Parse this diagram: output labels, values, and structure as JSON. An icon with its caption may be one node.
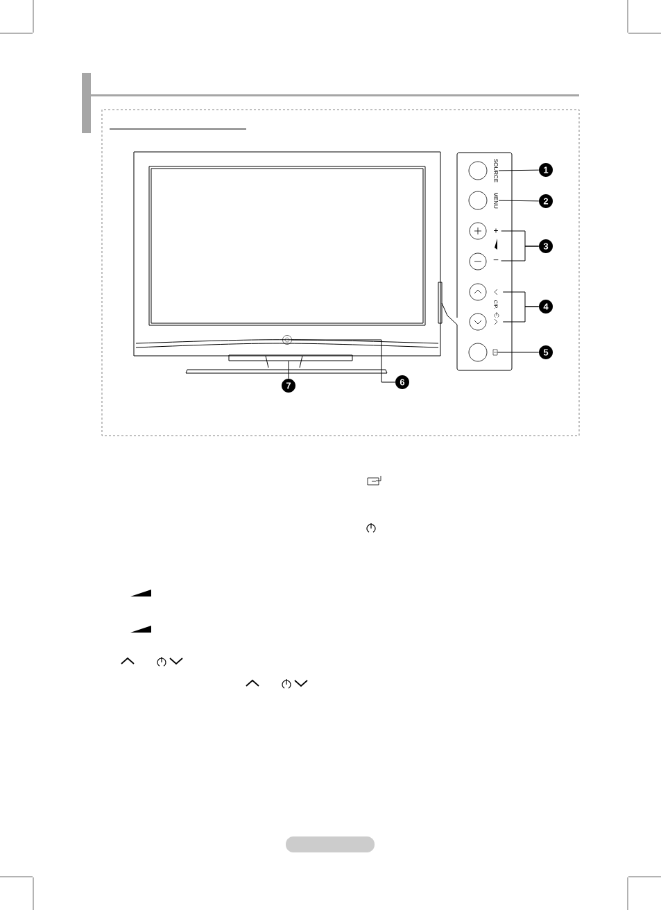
{
  "diagram": {
    "nodes": [
      {
        "text": [
          "SOURCE"
        ]
      },
      {
        "text": [
          "1"
        ]
      },
      {
        "text": [
          "MENU"
        ]
      },
      {
        "text": [
          "2"
        ]
      },
      {
        "text": [
          "+"
        ]
      },
      {
        "text": [
          "3"
        ]
      },
      {
        "text": [
          "–"
        ]
      },
      {
        "text": [],
        "shape": "chevron"
      },
      {
        "text": [
          "4"
        ]
      },
      {
        "text": [],
        "shape": "chevron"
      },
      {
        "text": [],
        "shape": "box"
      },
      {
        "text": [
          "5"
        ]
      },
      {
        "text": [],
        "shape": "circle"
      },
      {
        "text": [
          "6"
        ]
      },
      {
        "text": [],
        "shape": "bar"
      },
      {
        "text": [
          "7"
        ]
      }
    ],
    "edges": [
      {
        "from": 1,
        "to": 0,
        "arrow": "none"
      },
      {
        "from": 3,
        "to": 2,
        "arrow": "none"
      },
      {
        "from": 5,
        "to": 4,
        "arrow": "none"
      },
      {
        "from": 5,
        "to": 6,
        "arrow": "none"
      },
      {
        "from": 8,
        "to": 7,
        "arrow": "none"
      },
      {
        "from": 8,
        "to": 9,
        "arrow": "none"
      },
      {
        "from": 11,
        "to": 10,
        "arrow": "none"
      },
      {
        "from": 13,
        "to": 12,
        "arrow": "none"
      },
      {
        "from": 15,
        "to": 14,
        "arrow": "none"
      }
    ],
    "labels": [
      "C/P."
    ]
  }
}
